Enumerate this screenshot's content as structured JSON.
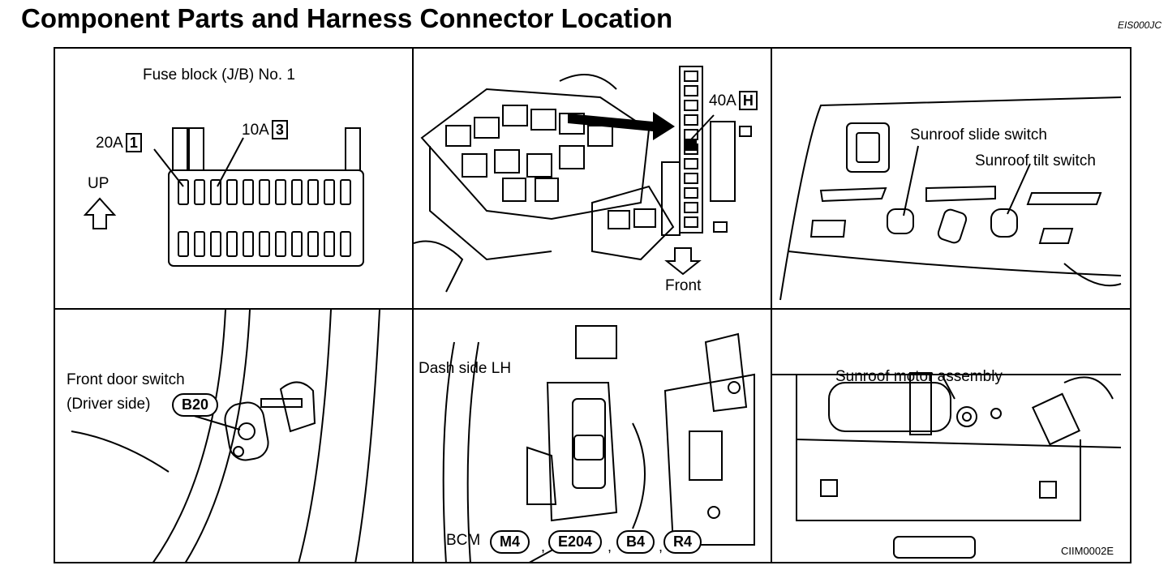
{
  "title": "Component Parts and Harness Connector Location",
  "code": "EIS000JC",
  "image_id": "CIIM0002E",
  "panels": {
    "fuse_block": {
      "label": "Fuse block (J/B) No. 1",
      "fuse_a_rating": "20A",
      "fuse_a_number": "1",
      "fuse_b_rating": "10A",
      "fuse_b_number": "3",
      "up_label": "UP"
    },
    "relay_box": {
      "rating": "40A",
      "letter": "H",
      "front_label": "Front"
    },
    "sunroof_switch": {
      "slide_label": "Sunroof slide switch",
      "tilt_label": "Sunroof tilt switch"
    },
    "door_switch": {
      "label_line1": "Front door switch",
      "label_line2": "(Driver side)",
      "connector": "B20"
    },
    "dash": {
      "label": "Dash side LH",
      "bcm_label": "BCM",
      "connectors": [
        "M4",
        "E204",
        "B4",
        "R4"
      ],
      "separator": ","
    },
    "motor": {
      "label": "Sunroof motor assembly"
    }
  }
}
